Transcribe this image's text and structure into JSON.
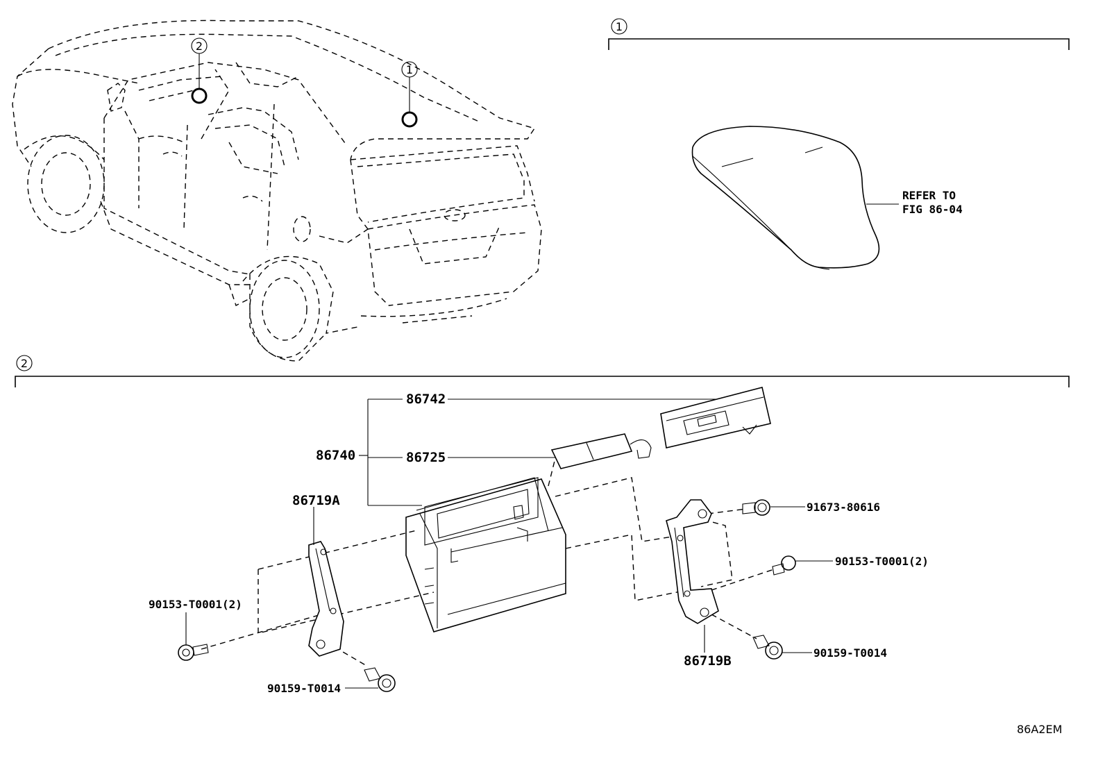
{
  "callouts": {
    "one": "1",
    "two": "2"
  },
  "section_one": {
    "marker": "1",
    "refer_line1": "REFER TO",
    "refer_line2": "FIG 86-04"
  },
  "section_two": {
    "marker": "2"
  },
  "parts": {
    "p86742": "86742",
    "p86740": "86740",
    "p86725": "86725",
    "p86719A": "86719A",
    "p86719B": "86719B",
    "p91673": "91673-80616",
    "p90153_right": "90153-T0001(2)",
    "p90153_left": "90153-T0001(2)",
    "p90159_right": "90159-T0014",
    "p90159_left": "90159-T0014"
  },
  "diagram_code": "86A2EM"
}
